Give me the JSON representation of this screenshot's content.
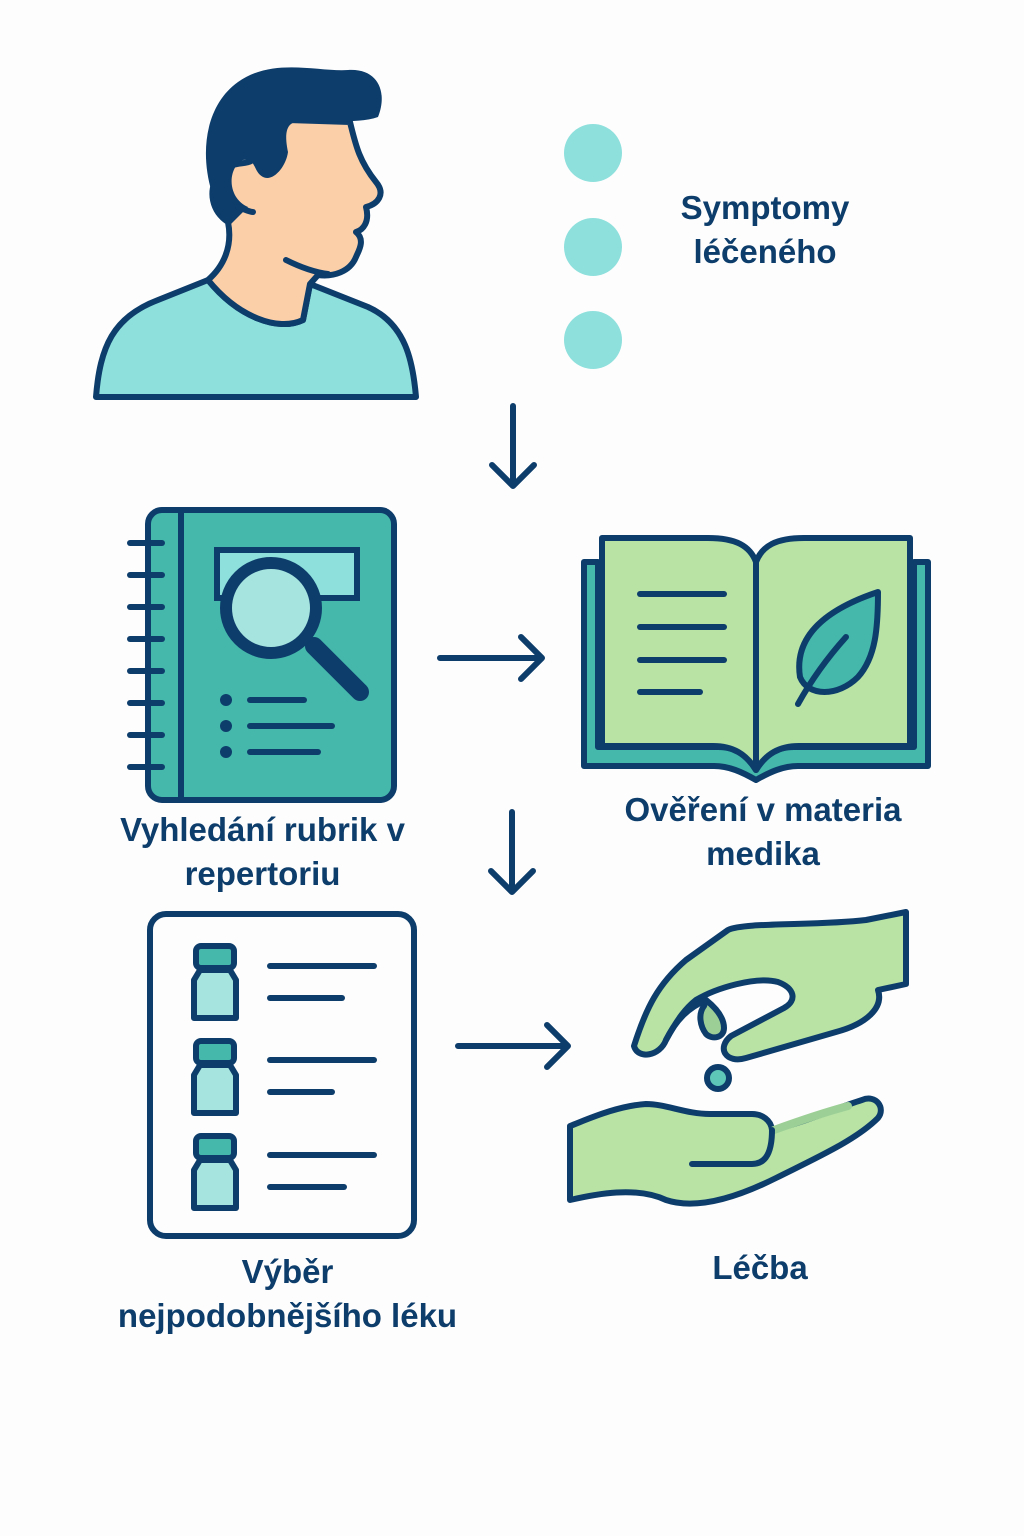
{
  "title": "Homeopathic treatment process",
  "colors": {
    "outline": "#0d3d6b",
    "teal": "#45b8ab",
    "light_teal": "#8ee0dd",
    "pale_teal": "#a6e4df",
    "light_green": "#b8e3a5",
    "mid_green": "#9ccf96",
    "skin": "#fbcfa8",
    "background": "#fdfdfd"
  },
  "steps": [
    {
      "id": "symptoms",
      "label_line1": "Symptomy",
      "label_line2": "léčeného",
      "icon": "patient-profile-icon"
    },
    {
      "id": "repertory",
      "label_line1": "Vyhledání rubrik v",
      "label_line2": "repertoriu",
      "icon": "repertory-search-icon"
    },
    {
      "id": "materia-medica",
      "label_line1": "Ověření v materia",
      "label_line2": "medika",
      "icon": "open-book-leaf-icon"
    },
    {
      "id": "selection",
      "label_line1": "Výběr",
      "label_line2": "nejpodobnějšího léku",
      "icon": "remedy-list-icon"
    },
    {
      "id": "treatment",
      "label_line1": "Léčba",
      "label_line2": "",
      "icon": "hands-giving-remedy-icon"
    }
  ],
  "symptom_dots_count": 3,
  "connectors": [
    {
      "from": "symptoms",
      "to": "repertory",
      "direction": "down"
    },
    {
      "from": "repertory",
      "to": "materia-medica",
      "direction": "right"
    },
    {
      "from": "materia-medica",
      "to": "selection",
      "direction": "down"
    },
    {
      "from": "selection",
      "to": "treatment",
      "direction": "right"
    }
  ]
}
